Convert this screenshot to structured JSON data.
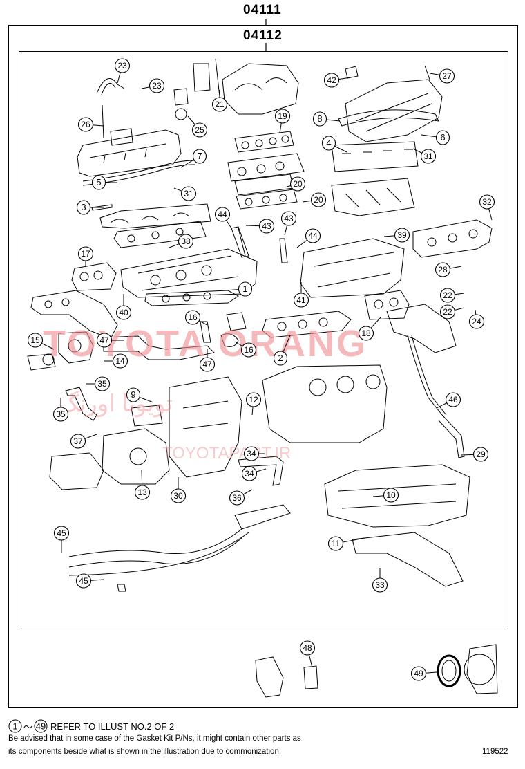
{
  "header": {
    "outer_kit": "04111",
    "inner_kit": "04112"
  },
  "watermark": {
    "brand": "TOYOTA ORANG",
    "farsi": "تویوتا اورنگ",
    "site": "TOYOTAPART.IR"
  },
  "callouts": [
    {
      "n": "1",
      "style": "oval"
    },
    {
      "n": "2",
      "style": "oval"
    },
    {
      "n": "3",
      "style": "oval"
    },
    {
      "n": "4",
      "style": "oval"
    },
    {
      "n": "5",
      "style": "oval"
    },
    {
      "n": "6",
      "style": "oval"
    },
    {
      "n": "7",
      "style": "oval"
    },
    {
      "n": "8",
      "style": "oval"
    },
    {
      "n": "9",
      "style": "oval"
    },
    {
      "n": "10",
      "style": "oval"
    },
    {
      "n": "11",
      "style": "oval"
    },
    {
      "n": "12",
      "style": "oval"
    },
    {
      "n": "13",
      "style": "oval"
    },
    {
      "n": "14",
      "style": "oval"
    },
    {
      "n": "15",
      "style": "oval"
    },
    {
      "n": "16",
      "style": "oval"
    },
    {
      "n": "16",
      "style": "oval"
    },
    {
      "n": "17",
      "style": "oval"
    },
    {
      "n": "18",
      "style": "oval"
    },
    {
      "n": "19",
      "style": "oval"
    },
    {
      "n": "20",
      "style": "oval"
    },
    {
      "n": "20",
      "style": "oval"
    },
    {
      "n": "21",
      "style": "oval"
    },
    {
      "n": "22",
      "style": "oval"
    },
    {
      "n": "22",
      "style": "oval"
    },
    {
      "n": "23",
      "style": "oval"
    },
    {
      "n": "23",
      "style": "oval"
    },
    {
      "n": "24",
      "style": "oval"
    },
    {
      "n": "25",
      "style": "oval"
    },
    {
      "n": "26",
      "style": "oval"
    },
    {
      "n": "27",
      "style": "oval"
    },
    {
      "n": "28",
      "style": "oval"
    },
    {
      "n": "29",
      "style": "oval"
    },
    {
      "n": "30",
      "style": "oval"
    },
    {
      "n": "31",
      "style": "oval"
    },
    {
      "n": "31",
      "style": "oval"
    },
    {
      "n": "32",
      "style": "oval"
    },
    {
      "n": "33",
      "style": "oval"
    },
    {
      "n": "34",
      "style": "oval"
    },
    {
      "n": "34",
      "style": "oval"
    },
    {
      "n": "35",
      "style": "oval"
    },
    {
      "n": "35",
      "style": "oval"
    },
    {
      "n": "36",
      "style": "oval"
    },
    {
      "n": "37",
      "style": "oval"
    },
    {
      "n": "38",
      "style": "oval"
    },
    {
      "n": "39",
      "style": "oval"
    },
    {
      "n": "40",
      "style": "oval"
    },
    {
      "n": "41",
      "style": "oval"
    },
    {
      "n": "42",
      "style": "oval"
    },
    {
      "n": "43",
      "style": "oval"
    },
    {
      "n": "43",
      "style": "oval"
    },
    {
      "n": "44",
      "style": "oval"
    },
    {
      "n": "44",
      "style": "oval"
    },
    {
      "n": "45",
      "style": "oval"
    },
    {
      "n": "45",
      "style": "oval"
    },
    {
      "n": "46",
      "style": "oval"
    },
    {
      "n": "47",
      "style": "oval"
    },
    {
      "n": "47",
      "style": "oval"
    },
    {
      "n": "48",
      "style": "oval"
    },
    {
      "n": "49",
      "style": "oval"
    }
  ],
  "footer": {
    "range_start": "1",
    "range_sep": "～",
    "range_end": "49",
    "refer": "REFER TO ILLUST NO.2 OF 2",
    "note_line1": "Be advised that in some case of the Gasket Kit P/Ns,  it might contain other parts as",
    "note_line2": "its components beside what is shown in the illustration due to commonization.",
    "illustration_no": "119522"
  }
}
